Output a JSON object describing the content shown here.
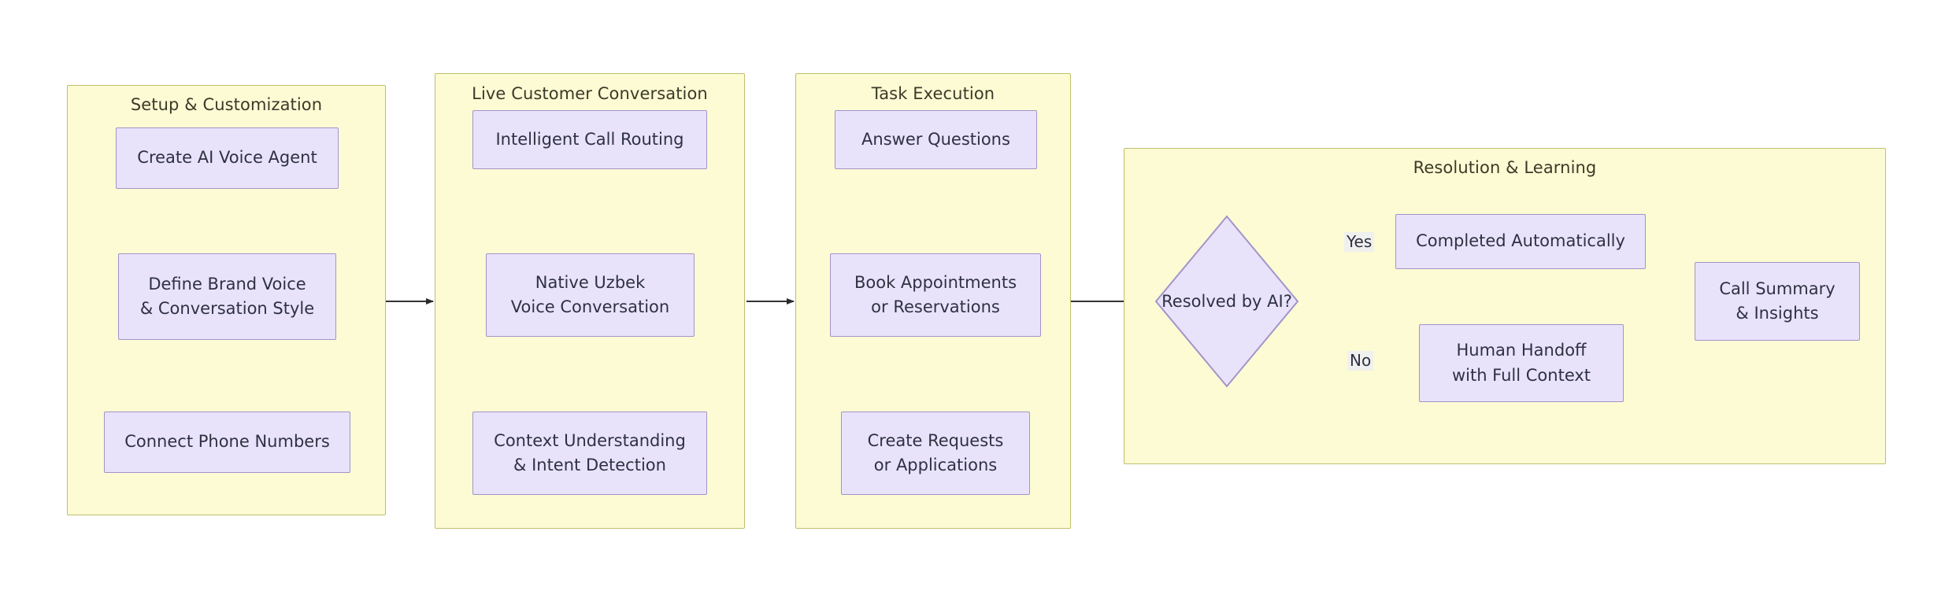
{
  "diagram": {
    "type": "flowchart",
    "orientation": "left-to-right",
    "title": "",
    "colors": {
      "subgraph_fill": "#fdfbd4",
      "subgraph_stroke": "#bfbf6e",
      "node_fill": "#e8e3fb",
      "node_stroke": "#a393c9",
      "node_text": "#2f3142",
      "edge_stroke": "#333333",
      "subgraph_title_text": "#3a3a28",
      "edge_label_bg": "#f0f0ee",
      "page_background": "#ffffff"
    }
  },
  "subgraphs": [
    {
      "id": "setup",
      "title": "Setup & Customization",
      "nodes": [
        {
          "id": "create-ai-voice-agent",
          "shape": "rect",
          "lines": [
            "Create AI Voice Agent"
          ]
        },
        {
          "id": "define-brand-voice",
          "shape": "rect",
          "lines": [
            "Define Brand Voice",
            "& Conversation Style"
          ]
        },
        {
          "id": "connect-phone-numbers",
          "shape": "rect",
          "lines": [
            "Connect Phone Numbers"
          ]
        }
      ]
    },
    {
      "id": "live-conversation",
      "title": "Live Customer Conversation",
      "nodes": [
        {
          "id": "intelligent-call-routing",
          "shape": "rect",
          "lines": [
            "Intelligent Call Routing"
          ]
        },
        {
          "id": "native-uzbek-voice",
          "shape": "rect",
          "lines": [
            "Native Uzbek",
            "Voice Conversation"
          ]
        },
        {
          "id": "context-understanding",
          "shape": "rect",
          "lines": [
            "Context Understanding",
            "& Intent Detection"
          ]
        }
      ]
    },
    {
      "id": "task-execution",
      "title": "Task Execution",
      "nodes": [
        {
          "id": "answer-questions",
          "shape": "rect",
          "lines": [
            "Answer Questions"
          ]
        },
        {
          "id": "book-appointments",
          "shape": "rect",
          "lines": [
            "Book Appointments",
            "or Reservations"
          ]
        },
        {
          "id": "create-requests",
          "shape": "rect",
          "lines": [
            "Create Requests",
            "or Applications"
          ]
        }
      ]
    },
    {
      "id": "resolution-learning",
      "title": "Resolution & Learning",
      "nodes": [
        {
          "id": "resolved-by-ai",
          "shape": "diamond",
          "lines": [
            "Resolved by AI?"
          ]
        },
        {
          "id": "completed-automatically",
          "shape": "rect",
          "lines": [
            "Completed Automatically"
          ]
        },
        {
          "id": "human-handoff",
          "shape": "rect",
          "lines": [
            "Human Handoff",
            "with Full Context"
          ]
        },
        {
          "id": "call-summary",
          "shape": "rect",
          "lines": [
            "Call Summary",
            "& Insights"
          ]
        }
      ]
    }
  ],
  "edge_labels": {
    "yes": "Yes",
    "no": "No"
  },
  "edges": [
    {
      "from": "create-ai-voice-agent",
      "to": "define-brand-voice",
      "label": ""
    },
    {
      "from": "define-brand-voice",
      "to": "connect-phone-numbers",
      "label": ""
    },
    {
      "from": "setup",
      "to": "live-conversation",
      "label": ""
    },
    {
      "from": "intelligent-call-routing",
      "to": "native-uzbek-voice",
      "label": ""
    },
    {
      "from": "native-uzbek-voice",
      "to": "context-understanding",
      "label": ""
    },
    {
      "from": "live-conversation",
      "to": "task-execution",
      "label": ""
    },
    {
      "from": "answer-questions",
      "to": "book-appointments",
      "label": ""
    },
    {
      "from": "book-appointments",
      "to": "create-requests",
      "label": ""
    },
    {
      "from": "task-execution",
      "to": "resolved-by-ai",
      "label": ""
    },
    {
      "from": "resolved-by-ai",
      "to": "completed-automatically",
      "label": "Yes"
    },
    {
      "from": "resolved-by-ai",
      "to": "human-handoff",
      "label": "No"
    },
    {
      "from": "completed-automatically",
      "to": "call-summary",
      "label": ""
    },
    {
      "from": "human-handoff",
      "to": "call-summary",
      "label": ""
    }
  ]
}
